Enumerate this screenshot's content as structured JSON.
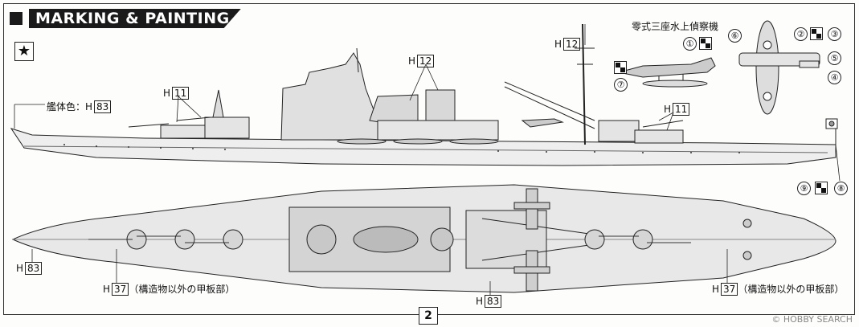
{
  "header": {
    "title": "MARKING & PAINTING",
    "star_symbol": "★"
  },
  "aircraft": {
    "name": "零式三座水上偵察機"
  },
  "labels": {
    "h12_mast": {
      "prefix": "H",
      "code": "12"
    },
    "h12_funnel": {
      "prefix": "H",
      "code": "12"
    },
    "h11_fore": {
      "prefix": "H",
      "code": "11"
    },
    "h11_aft": {
      "prefix": "H",
      "code": "11"
    },
    "hull_color": {
      "prefix": "艦体色：H",
      "code": "83"
    },
    "h83_bow": {
      "prefix": "H",
      "code": "83"
    },
    "h37_fore": {
      "prefix": "H",
      "code": "37",
      "note": "（構造物以外の甲板部）"
    },
    "h83_mid": {
      "prefix": "H",
      "code": "83"
    },
    "h37_aft": {
      "prefix": "H",
      "code": "37",
      "note": "（構造物以外の甲板部）"
    }
  },
  "decals": [
    "①",
    "②",
    "③",
    "④",
    "⑤",
    "⑥",
    "⑦",
    "⑧",
    "⑨"
  ],
  "page_number": "2",
  "watermark": "© HOBBY SEARCH"
}
